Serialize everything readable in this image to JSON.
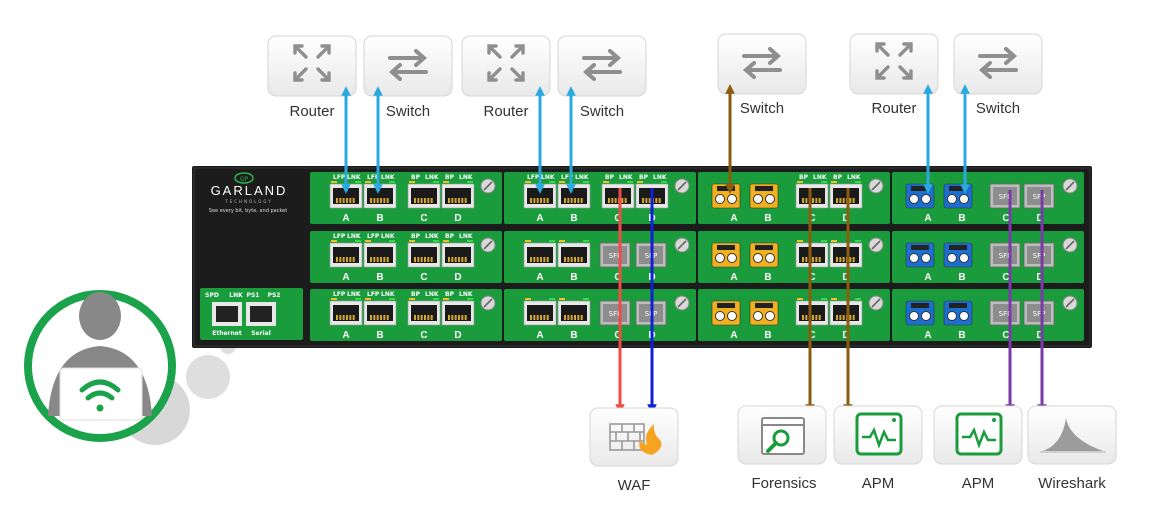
{
  "top_devices": [
    {
      "id": "router-1",
      "icon": "router-icon",
      "label": "Router"
    },
    {
      "id": "switch-1",
      "icon": "switch-icon",
      "label": "Switch"
    },
    {
      "id": "router-2",
      "icon": "router-icon",
      "label": "Router"
    },
    {
      "id": "switch-2",
      "icon": "switch-icon",
      "label": "Switch"
    },
    {
      "id": "switch-3",
      "icon": "switch-icon",
      "label": "Switch"
    },
    {
      "id": "router-3",
      "icon": "router-icon",
      "label": "Router"
    },
    {
      "id": "switch-4",
      "icon": "switch-icon",
      "label": "Switch"
    }
  ],
  "bottom_tools": [
    {
      "id": "waf",
      "icon": "firewall-fire-icon",
      "label": "WAF"
    },
    {
      "id": "forensics",
      "icon": "forensics-search-icon",
      "label": "Forensics"
    },
    {
      "id": "apm-1",
      "icon": "apm-monitor-icon",
      "label": "APM"
    },
    {
      "id": "apm-2",
      "icon": "apm-monitor-icon",
      "label": "APM"
    },
    {
      "id": "wireshark",
      "icon": "wireshark-fin-icon",
      "label": "Wireshark"
    }
  ],
  "chassis": {
    "brand": "GARLAND",
    "brand_sub": "TECHNOLOGY",
    "tagline": "See every bit, byte, and packet",
    "mgmt_labels": [
      "SPD",
      "LNK",
      "PS1",
      "PS2"
    ],
    "mgmt_ports": [
      "Ethernet",
      "Serial"
    ]
  },
  "module_text": {
    "copper_header": [
      "LFP",
      "LNK",
      "LFP",
      "LNK",
      "BP",
      "LNK",
      "BP",
      "LNK"
    ],
    "bp_header": [
      "BP",
      "LNK",
      "BP",
      "LNK"
    ],
    "sfp_label": "SFP",
    "port_letters": [
      "A",
      "B",
      "C",
      "D"
    ]
  },
  "colors": {
    "green": "#1a9c3c",
    "chassis": "#1c1c1c",
    "blue_link": "#2aa9e0",
    "brown_link": "#8a5c10",
    "red_link": "#ef4b4b",
    "dark_blue_link": "#1020d8",
    "purple_link": "#7a3aa8",
    "user_green": "#1aa34a"
  }
}
